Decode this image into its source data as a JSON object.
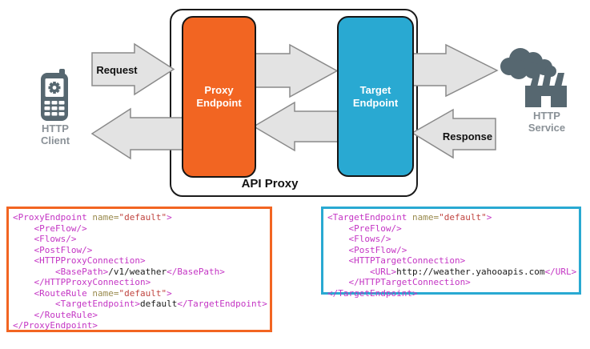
{
  "diagram": {
    "http_client": {
      "label": "HTTP\nClient",
      "icon": "mobile-phone-icon"
    },
    "http_service": {
      "label": "HTTP\nService",
      "icon": "factory-icon"
    },
    "api_proxy_label": "API Proxy",
    "proxy_endpoint": {
      "label": "Proxy\nEndpoint"
    },
    "target_endpoint": {
      "label": "Target\nEndpoint"
    },
    "request_label": "Request",
    "response_label": "Response"
  },
  "colors": {
    "proxy_orange": "#F26522",
    "target_blue": "#29A9D2",
    "arrow_fill": "#E3E3E3",
    "arrow_stroke": "#8A8A8A",
    "icon_gray": "#566770",
    "caption_gray": "#8A9197",
    "xml_tag": "#C435C4",
    "xml_attr_name": "#998A4D",
    "xml_attr_value": "#C04540",
    "xml_inner_text": "#1A1A1A"
  },
  "proxy_code": {
    "lines": [
      [
        {
          "c": "tag",
          "t": "<ProxyEndpoint "
        },
        {
          "c": "attr",
          "t": "name="
        },
        {
          "c": "val",
          "t": "\"default\""
        },
        {
          "c": "tag",
          "t": ">"
        }
      ],
      [
        {
          "c": "tag",
          "t": "    <PreFlow/>"
        }
      ],
      [
        {
          "c": "tag",
          "t": "    <Flows/>"
        }
      ],
      [
        {
          "c": "tag",
          "t": "    <PostFlow/>"
        }
      ],
      [
        {
          "c": "tag",
          "t": "    <HTTPProxyConnection>"
        }
      ],
      [
        {
          "c": "tag",
          "t": "        <BasePath>"
        },
        {
          "c": "text",
          "t": "/v1/weather"
        },
        {
          "c": "tag",
          "t": "</BasePath>"
        }
      ],
      [
        {
          "c": "tag",
          "t": "    </HTTPProxyConnection>"
        }
      ],
      [
        {
          "c": "tag",
          "t": "    <RouteRule "
        },
        {
          "c": "attr",
          "t": "name="
        },
        {
          "c": "val",
          "t": "\"default\""
        },
        {
          "c": "tag",
          "t": ">"
        }
      ],
      [
        {
          "c": "tag",
          "t": "        <TargetEndpoint>"
        },
        {
          "c": "text",
          "t": "default"
        },
        {
          "c": "tag",
          "t": "</TargetEndpoint>"
        }
      ],
      [
        {
          "c": "tag",
          "t": "    </RouteRule>"
        }
      ],
      [
        {
          "c": "tag",
          "t": "</ProxyEndpoint>"
        }
      ]
    ]
  },
  "target_code": {
    "lines": [
      [
        {
          "c": "tag",
          "t": "<TargetEndpoint "
        },
        {
          "c": "attr",
          "t": "name="
        },
        {
          "c": "val",
          "t": "\"default\""
        },
        {
          "c": "tag",
          "t": ">"
        }
      ],
      [
        {
          "c": "tag",
          "t": "    <PreFlow/>"
        }
      ],
      [
        {
          "c": "tag",
          "t": "    <Flows/>"
        }
      ],
      [
        {
          "c": "tag",
          "t": "    <PostFlow/>"
        }
      ],
      [
        {
          "c": "tag",
          "t": "    <HTTPTargetConnection>"
        }
      ],
      [
        {
          "c": "tag",
          "t": "        <URL>"
        },
        {
          "c": "text",
          "t": "http://weather.yahooapis.com"
        },
        {
          "c": "tag",
          "t": "</URL>"
        }
      ],
      [
        {
          "c": "tag",
          "t": "    </HTTPTargetConnection>"
        }
      ],
      [
        {
          "c": "tag",
          "t": "</TargetEndpoint>"
        }
      ]
    ]
  }
}
